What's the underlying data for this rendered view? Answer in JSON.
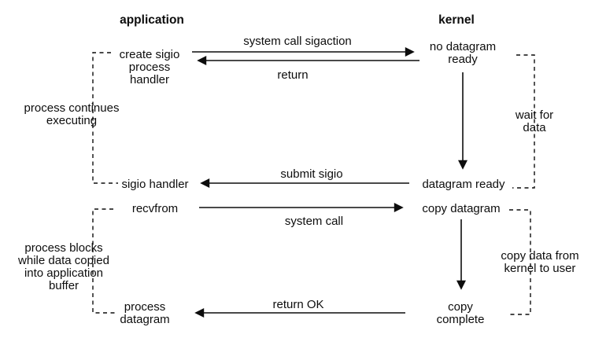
{
  "headers": {
    "application": "application",
    "kernel": "kernel"
  },
  "application_column": {
    "create_sigio": [
      "create sigio",
      "process",
      "handler"
    ],
    "sigio_handler": "sigio handler",
    "recvfrom": "recvfrom",
    "process_datagram": [
      "process",
      "datagram"
    ]
  },
  "kernel_column": {
    "no_datagram_ready": [
      "no datagram",
      "ready"
    ],
    "datagram_ready": "datagram ready",
    "copy_datagram": "copy datagram",
    "copy_complete": [
      "copy",
      "complete"
    ]
  },
  "side_annotations": {
    "process_continues": [
      "process continues",
      "executing"
    ],
    "process_blocks": [
      "process blocks",
      "while data copied",
      "into application",
      "buffer"
    ],
    "wait_for_data": [
      "wait for",
      "data"
    ],
    "copy_data_kernel_user": [
      "copy data from",
      "kernel to user"
    ]
  },
  "arrow_labels": {
    "sigaction": "system call sigaction",
    "return": "return",
    "submit_sigio": "submit sigio",
    "system_call": "system call",
    "return_ok": "return OK"
  },
  "colors": {
    "ink": "#0d0d0d",
    "background": "#ffffff"
  }
}
